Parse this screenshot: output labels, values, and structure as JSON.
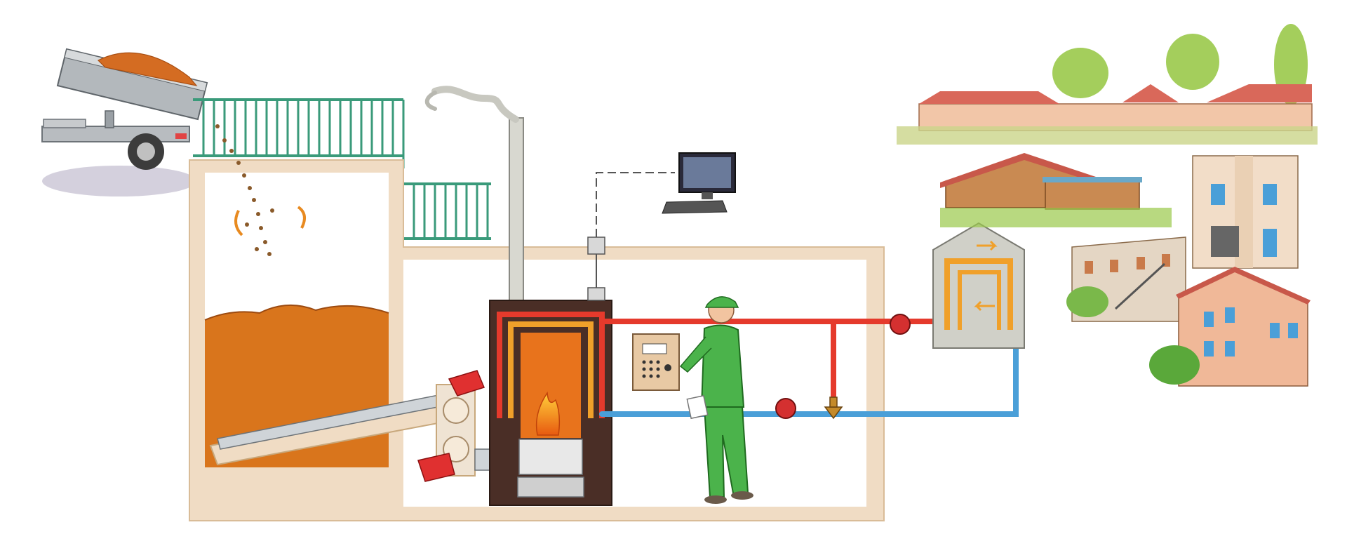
{
  "title": "",
  "colors": {
    "hot_water": "#e53a2c",
    "cold_water": "#4a9fd8",
    "exchange_loop": "#f0a02a",
    "wood_chips": "#d9751c",
    "fence": "#3a9a7a",
    "silo_wall": "#f0dcc4",
    "boiler_body": "#4a2e26",
    "flame": "#ffb21a",
    "worker_uniform": "#4bb34b",
    "chimney": "#d8d8d0",
    "substation": "#d0d0c8",
    "building_wall": "#f2c6a8",
    "roof": "#d9685a",
    "tree": "#9ac94a"
  },
  "components": [
    {
      "id": "truck",
      "icon": "tipper-truck-icon"
    },
    {
      "id": "fence",
      "icon": "railing-icon"
    },
    {
      "id": "silo",
      "icon": "wood-chip-silo-icon"
    },
    {
      "id": "screw-conveyor",
      "icon": "auger-icon"
    },
    {
      "id": "boiler",
      "icon": "biomass-boiler-icon"
    },
    {
      "id": "chimney",
      "icon": "chimney-icon"
    },
    {
      "id": "control-panel",
      "icon": "keypad-panel-icon"
    },
    {
      "id": "computer",
      "icon": "computer-icon"
    },
    {
      "id": "operator",
      "icon": "worker-icon"
    },
    {
      "id": "pumps",
      "icon": "circulator-pump-icon"
    },
    {
      "id": "valve",
      "icon": "three-way-valve-icon"
    },
    {
      "id": "substation",
      "icon": "heat-exchanger-substation-icon"
    },
    {
      "id": "houses",
      "icon": "village-buildings-icon"
    }
  ]
}
